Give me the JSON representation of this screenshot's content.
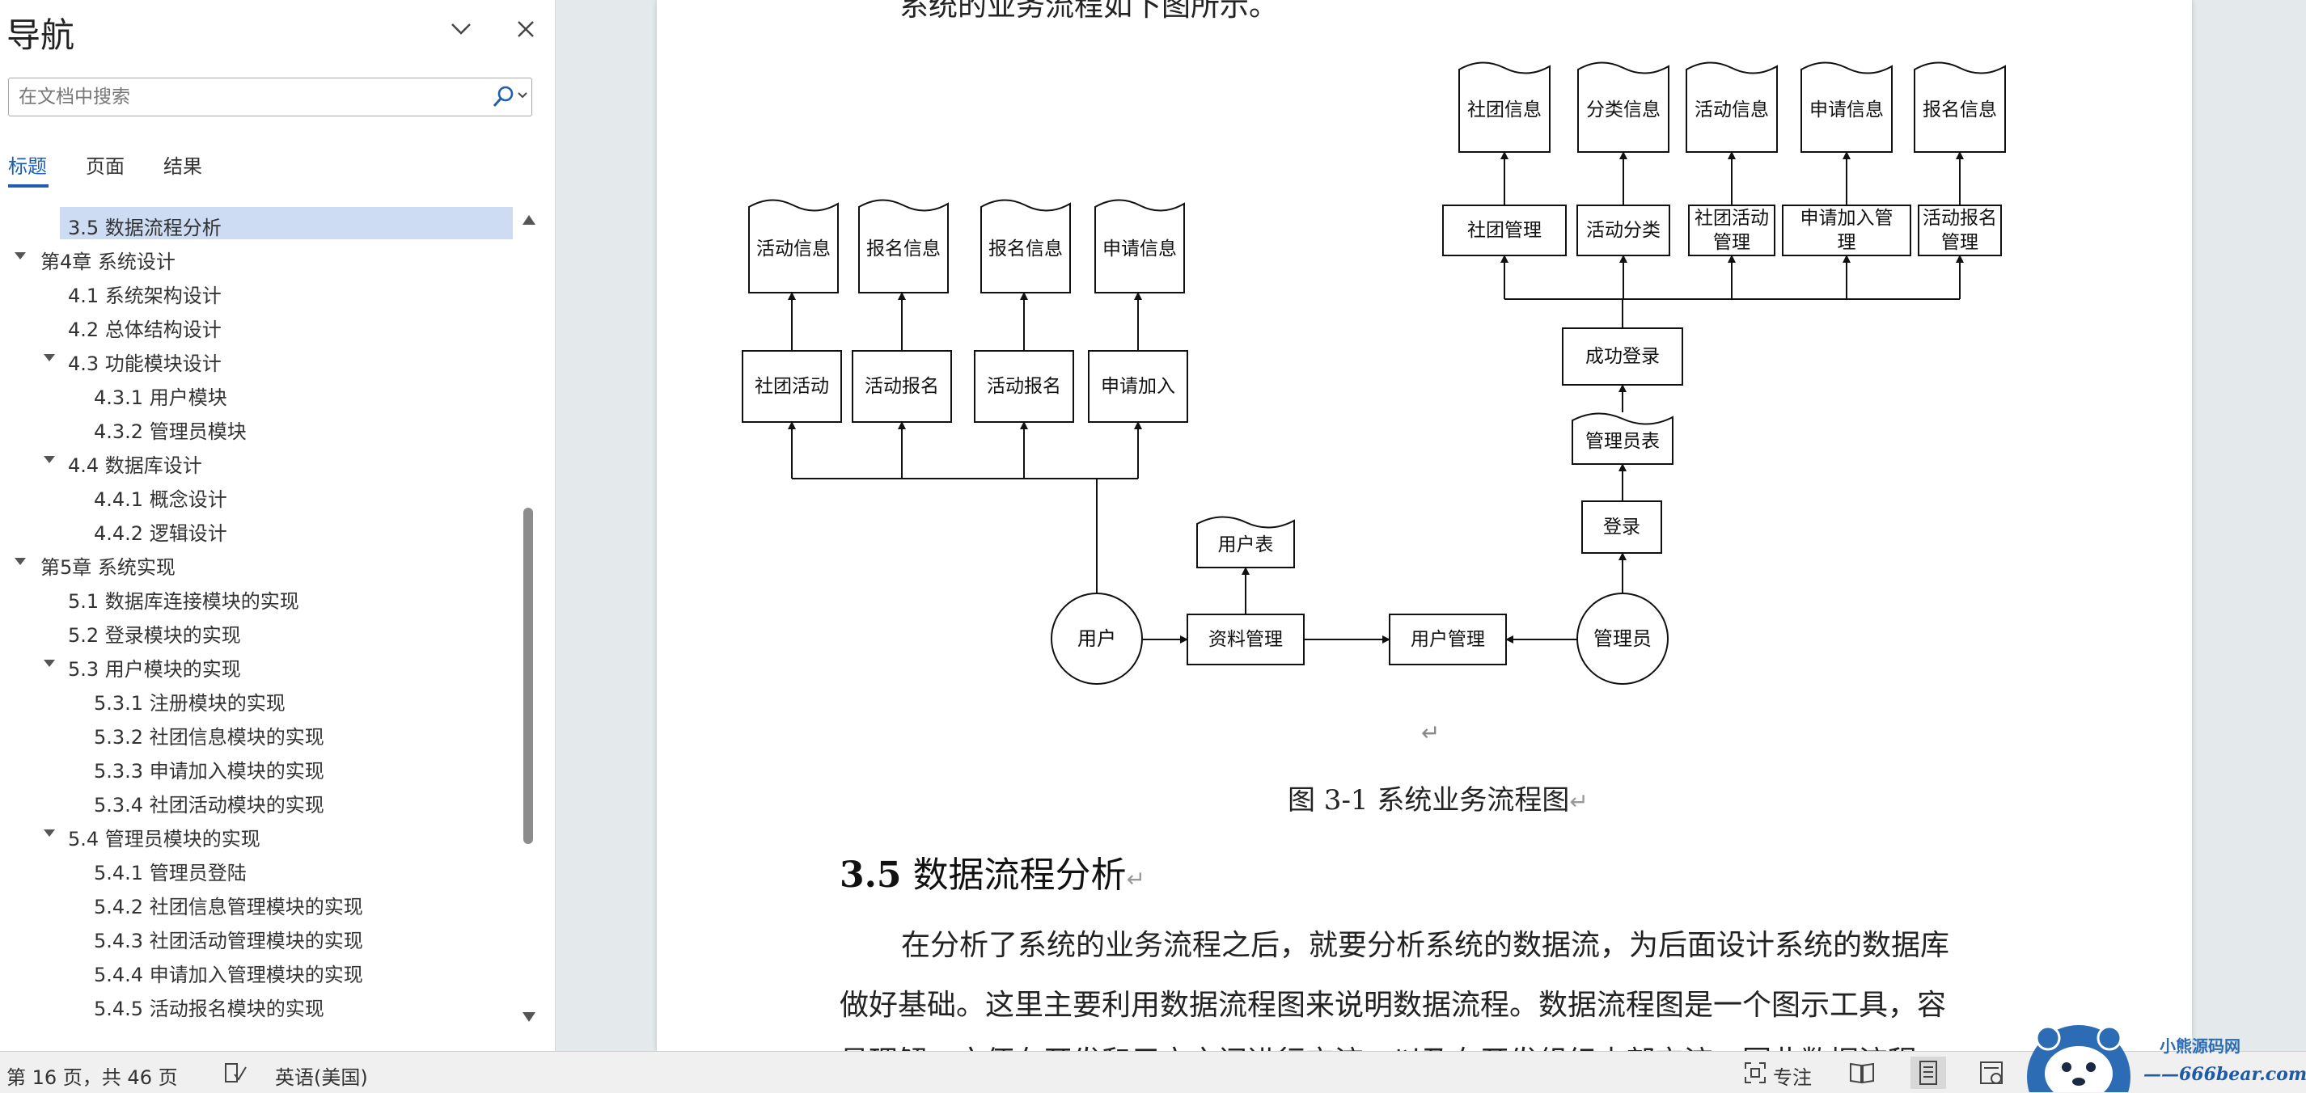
{
  "nav": {
    "title": "导航",
    "search_placeholder": "在文档中搜索",
    "tabs": [
      "标题",
      "页面",
      "结果"
    ],
    "items": [
      {
        "label": "3.5 数据流程分析",
        "level": 2,
        "expandable": false,
        "selected": true
      },
      {
        "label": "第4章 系统设计",
        "level": 1,
        "expandable": true
      },
      {
        "label": "4.1 系统架构设计",
        "level": 2,
        "expandable": false
      },
      {
        "label": "4.2 总体结构设计",
        "level": 2,
        "expandable": false
      },
      {
        "label": "4.3 功能模块设计",
        "level": 2,
        "expandable": true
      },
      {
        "label": "4.3.1 用户模块",
        "level": 3,
        "expandable": false
      },
      {
        "label": "4.3.2 管理员模块",
        "level": 3,
        "expandable": false
      },
      {
        "label": "4.4 数据库设计",
        "level": 2,
        "expandable": true
      },
      {
        "label": "4.4.1 概念设计",
        "level": 3,
        "expandable": false
      },
      {
        "label": "4.4.2 逻辑设计",
        "level": 3,
        "expandable": false
      },
      {
        "label": "第5章 系统实现",
        "level": 1,
        "expandable": true
      },
      {
        "label": "5.1 数据库连接模块的实现",
        "level": 2,
        "expandable": false
      },
      {
        "label": "5.2 登录模块的实现",
        "level": 2,
        "expandable": false
      },
      {
        "label": "5.3 用户模块的实现",
        "level": 2,
        "expandable": true
      },
      {
        "label": "5.3.1 注册模块的实现",
        "level": 3,
        "expandable": false
      },
      {
        "label": "5.3.2 社团信息模块的实现",
        "level": 3,
        "expandable": false
      },
      {
        "label": "5.3.3 申请加入模块的实现",
        "level": 3,
        "expandable": false
      },
      {
        "label": "5.3.4 社团活动模块的实现",
        "level": 3,
        "expandable": false
      },
      {
        "label": "5.4 管理员模块的实现",
        "level": 2,
        "expandable": true
      },
      {
        "label": "5.4.1 管理员登陆",
        "level": 3,
        "expandable": false
      },
      {
        "label": "5.4.2 社团信息管理模块的实现",
        "level": 3,
        "expandable": false
      },
      {
        "label": "5.4.3 社团活动管理模块的实现",
        "level": 3,
        "expandable": false
      },
      {
        "label": "5.4.4 申请加入管理模块的实现",
        "level": 3,
        "expandable": false
      },
      {
        "label": "5.4.5 活动报名模块的实现",
        "level": 3,
        "expandable": false
      }
    ]
  },
  "document": {
    "top_sentence": "系统的业务流程如下图所示。",
    "diagram": {
      "user_side": {
        "documents": [
          "活动信息",
          "报名信息",
          "报名信息",
          "申请信息"
        ],
        "processes": [
          "社团活动",
          "活动报名",
          "活动报名",
          "申请加入"
        ],
        "actor": "用户",
        "profile_process": "资料管理",
        "profile_document": "用户表"
      },
      "center_process": "用户管理",
      "admin_side": {
        "actor": "管理员",
        "login_process": "登录",
        "admin_table": "管理员表",
        "success_process": "成功登录",
        "processes": [
          "社团管理",
          "活动分类",
          "社团活动管理",
          "申请加入管理",
          "活动报名管理"
        ],
        "documents": [
          "社团信息",
          "分类信息",
          "活动信息",
          "申请信息",
          "报名信息"
        ]
      }
    },
    "caption": "图 3-1 系统业务流程图",
    "section_number": "3.5",
    "section_title": "数据流程分析",
    "paragraph_lines": [
      "在分析了系统的业务流程之后，就要分析系统的数据流，为后面设计系统的数据库",
      "做好基础。这里主要利用数据流程图来说明数据流程。数据流程图是一个图示工具，容",
      "易理解，方便在开发和用户之间进行交流，以及在开发组织内部交流。因此数据流程"
    ]
  },
  "status": {
    "page_info": "第 16 页，共 46 页",
    "language": "英语(美国)",
    "focus_label": "专注"
  },
  "watermark": {
    "title": "小熊源码网",
    "url": "——666bear.com——"
  },
  "colors": {
    "accent": "#1e5fb4",
    "selected_bg": "#cddcf2",
    "canvas": "#e4eaec"
  }
}
